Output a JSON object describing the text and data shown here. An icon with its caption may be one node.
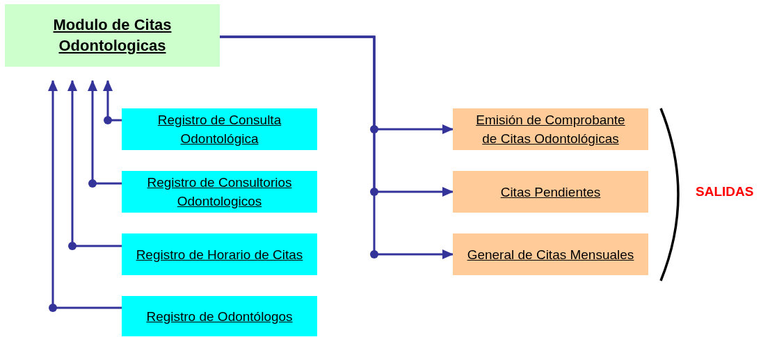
{
  "diagram": {
    "nodes": [
      {
        "text": [
          "Modulo de Citas Odontologicas"
        ]
      },
      {
        "text": [
          "Registro de Consulta Odontológica"
        ]
      },
      {
        "text": [
          "Registro de Consultorios Odontologicos"
        ]
      },
      {
        "text": [
          "Registro de Horario de Citas"
        ]
      },
      {
        "text": [
          "Registro de Odontólogos"
        ]
      },
      {
        "text": [
          "Emisión de Comprobante de Citas Odontológicas"
        ]
      },
      {
        "text": [
          "Citas Pendientes"
        ]
      },
      {
        "text": [
          "General de Citas Mensuales"
        ]
      }
    ],
    "edges": [
      {
        "from": 1,
        "to": 0,
        "arrow": "to"
      },
      {
        "from": 2,
        "to": 0,
        "arrow": "to"
      },
      {
        "from": 3,
        "to": 0,
        "arrow": "to"
      },
      {
        "from": 4,
        "to": 0,
        "arrow": "to"
      },
      {
        "from": 0,
        "to": 5,
        "arrow": "to"
      },
      {
        "from": 0,
        "to": 6,
        "arrow": "to"
      },
      {
        "from": 0,
        "to": 7,
        "arrow": "to"
      }
    ],
    "labels": [
      "SALIDAS"
    ]
  }
}
